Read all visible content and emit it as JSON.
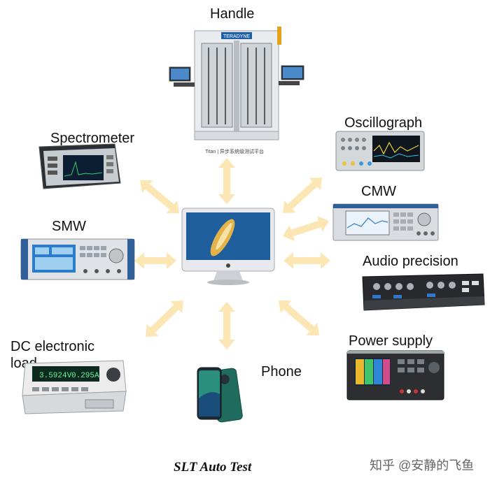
{
  "labels": {
    "handle": "Handle",
    "oscillograph": "Oscillograph",
    "spectrometer": "Spectrometer",
    "cmw": "CMW",
    "smw": "SMW",
    "audio": "Audio precision",
    "dc_load": "DC electronic load",
    "power": "Power supply",
    "phone": "Phone"
  },
  "handler_brand": "TERADYNE",
  "handler_caption": "Titan | 异步系统级测试平台",
  "caption": "SLT Auto Test",
  "watermark": "知乎 @安静的飞鱼",
  "dc_display": [
    "3.5924V",
    "0.295A"
  ],
  "colors": {
    "arrow": "#fbe6b4",
    "accent": "#1f5fa8",
    "screen": "#2d7cc9"
  }
}
